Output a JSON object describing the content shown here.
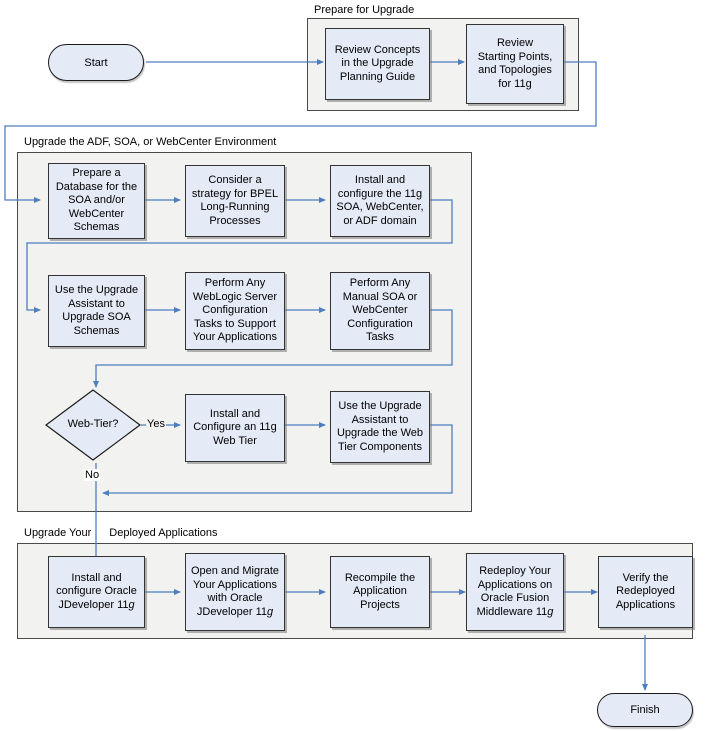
{
  "diagram": {
    "type": "flowchart",
    "title": "Oracle Fusion Middleware 11g Upgrade Flow",
    "colors": {
      "node_fill": "#e4eaf6",
      "node_border": "#333333",
      "group_fill": "#f2f2f0",
      "group_border": "#4a4a4a",
      "connector": "#4d7ebf",
      "canvas": "#ffffff"
    }
  },
  "terminators": {
    "start": "Start",
    "finish": "Finish"
  },
  "groups": [
    {
      "id": "prepare",
      "label": "Prepare for Upgrade"
    },
    {
      "id": "environment",
      "label": "Upgrade the ADF, SOA, or WebCenter Environment"
    },
    {
      "id": "deployed",
      "label_part1": "Upgrade Your",
      "label_part2": "Deployed Applications"
    }
  ],
  "nodes": {
    "review_concepts": {
      "lines": [
        "Review Concepts",
        "in the Upgrade",
        "Planning Guide"
      ]
    },
    "review_starting_points": {
      "lines": [
        "Review",
        "Starting Points,",
        "and Topologies",
        "for 11g"
      ]
    },
    "prepare_database": {
      "lines": [
        "Prepare a",
        "Database for the",
        "SOA and/or",
        "WebCenter",
        "Schemas"
      ]
    },
    "consider_strategy": {
      "lines": [
        "Consider a",
        "strategy for BPEL",
        "Long-Running",
        "Processes"
      ]
    },
    "install_configure_domain": {
      "lines": [
        "Install  and",
        "configure the 11g",
        "SOA, WebCenter,",
        "or ADF domain"
      ]
    },
    "upgrade_soa_schemas": {
      "lines": [
        "Use the Upgrade",
        "Assistant to",
        "Upgrade SOA",
        "Schemas"
      ]
    },
    "weblogic_config_tasks": {
      "lines": [
        "Perform Any",
        "WebLogic Server",
        "Configuration",
        "Tasks to Support",
        "Your Applications"
      ]
    },
    "manual_config_tasks": {
      "lines": [
        "Perform Any",
        "Manual SOA or",
        "WebCenter",
        "Configuration",
        "Tasks"
      ]
    },
    "install_web_tier": {
      "lines": [
        "Install and",
        "Configure an 11g",
        "Web Tier"
      ]
    },
    "upgrade_web_tier": {
      "lines": [
        "Use the Upgrade",
        "Assistant to",
        "Upgrade the Web",
        "Tier Components"
      ]
    },
    "install_jdeveloper": {
      "lines": [
        "Install and",
        "configure Oracle",
        "JDeveloper 11"
      ],
      "italic_suffix": "g"
    },
    "open_migrate_apps": {
      "lines": [
        "Open and Migrate",
        "Your Applications",
        "with Oracle",
        "JDeveloper 11"
      ],
      "italic_suffix": "g"
    },
    "recompile_projects": {
      "lines": [
        "Recompile the",
        "Application",
        "Projects"
      ]
    },
    "redeploy_apps": {
      "lines": [
        "Redeploy Your",
        "Applications on",
        "Oracle Fusion",
        "Middleware 11"
      ],
      "italic_suffix": "g"
    },
    "verify_redeployed": {
      "lines": [
        "Verify the",
        "Redeployed",
        "Applications"
      ]
    }
  },
  "decisions": {
    "web_tier": {
      "label": "Web-Tier?",
      "yes_label": "Yes",
      "no_label": "No"
    }
  }
}
